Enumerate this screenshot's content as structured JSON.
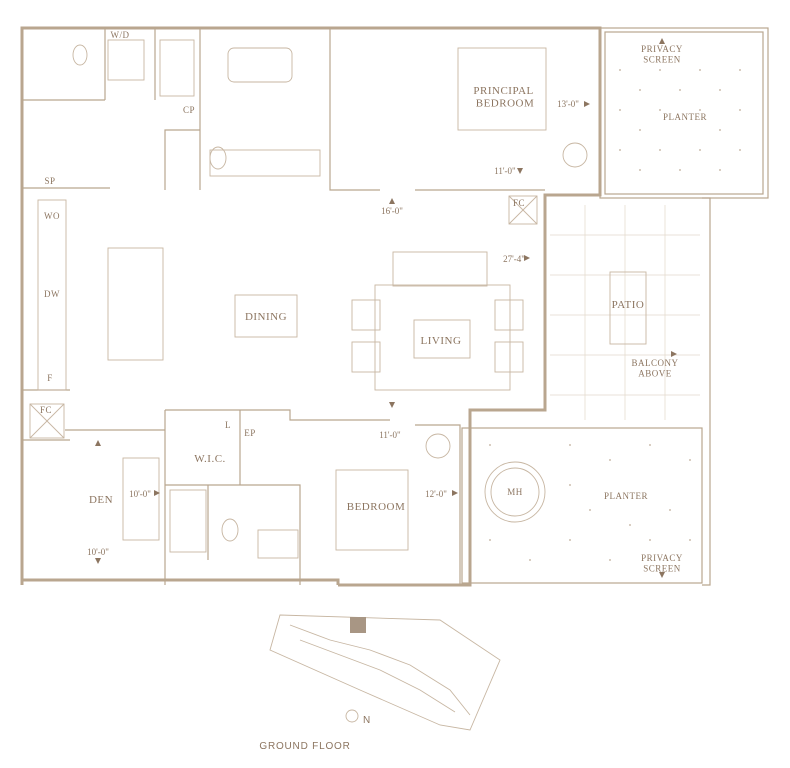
{
  "rooms": {
    "principal_bedroom": "PRINCIPAL\nBEDROOM",
    "privacy_screen_top": "PRIVACY\nSCREEN",
    "planter_top": "PLANTER",
    "dining": "DINING",
    "living": "LIVING",
    "patio": "PATIO",
    "balcony_above": "BALCONY\nABOVE",
    "wic": "W.I.C.",
    "den": "DEN",
    "bedroom": "BEDROOM",
    "mh": "MH",
    "planter_bottom": "PLANTER",
    "privacy_screen_bottom": "PRIVACY\nSCREEN"
  },
  "fixtures": {
    "wd": "W/D",
    "cp": "CP",
    "sp": "SP",
    "fc_top": "FC",
    "fc_left": "FC",
    "wo": "WO",
    "dw": "DW",
    "f": "F",
    "l": "L",
    "ep": "EP"
  },
  "dimensions": {
    "principal_w": "13'-0\"",
    "principal_d": "11'-0\"",
    "living_d": "16'-0\"",
    "living_w": "27'-4\"",
    "bedroom_d": "11'-0\"",
    "bedroom_w": "12'-0\"",
    "den_w": "10'-0\"",
    "den_d": "10'-0\""
  },
  "footer": {
    "floor_label": "GROUND FLOOR",
    "north_label": "N"
  },
  "colors": {
    "line": "#b9a68f",
    "text": "#8c7560",
    "tile": "#e3d8cb"
  }
}
